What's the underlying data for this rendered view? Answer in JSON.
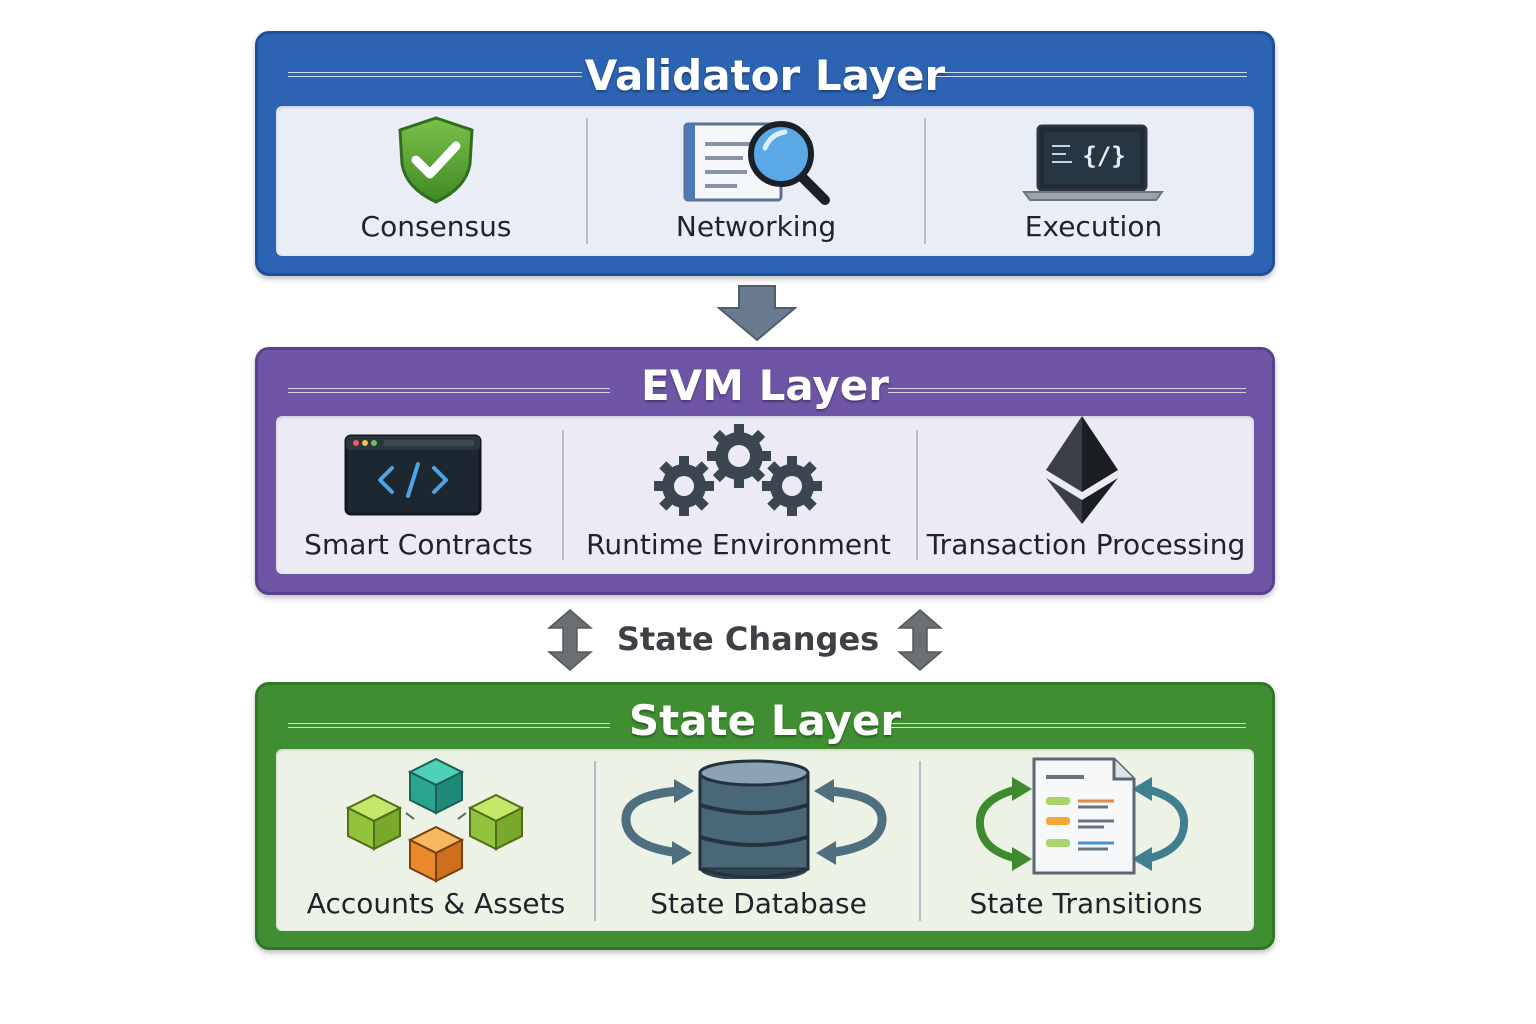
{
  "validator_layer": {
    "title": "Validator Layer",
    "items": [
      {
        "label": "Consensus",
        "icon": "shield-check-icon"
      },
      {
        "label": "Networking",
        "icon": "document-magnifier-icon"
      },
      {
        "label": "Execution",
        "icon": "laptop-code-icon"
      }
    ]
  },
  "evm_layer": {
    "title": "EVM Layer",
    "items": [
      {
        "label": "Smart Contracts",
        "icon": "code-window-icon"
      },
      {
        "label": "Runtime Environment",
        "icon": "gears-icon"
      },
      {
        "label": "Transaction Processing",
        "icon": "ethereum-icon"
      }
    ]
  },
  "state_changes_label": "State Changes",
  "state_layer": {
    "title": "State Layer",
    "items": [
      {
        "label": "Accounts & Assets",
        "icon": "cubes-icon"
      },
      {
        "label": "State Database",
        "icon": "database-sync-icon"
      },
      {
        "label": "State Transitions",
        "icon": "document-cycle-icon"
      }
    ]
  },
  "colors": {
    "validator": "#2c63b2",
    "evm": "#6f55a6",
    "state": "#3f8f32",
    "arrow": "#6b7b8f"
  }
}
